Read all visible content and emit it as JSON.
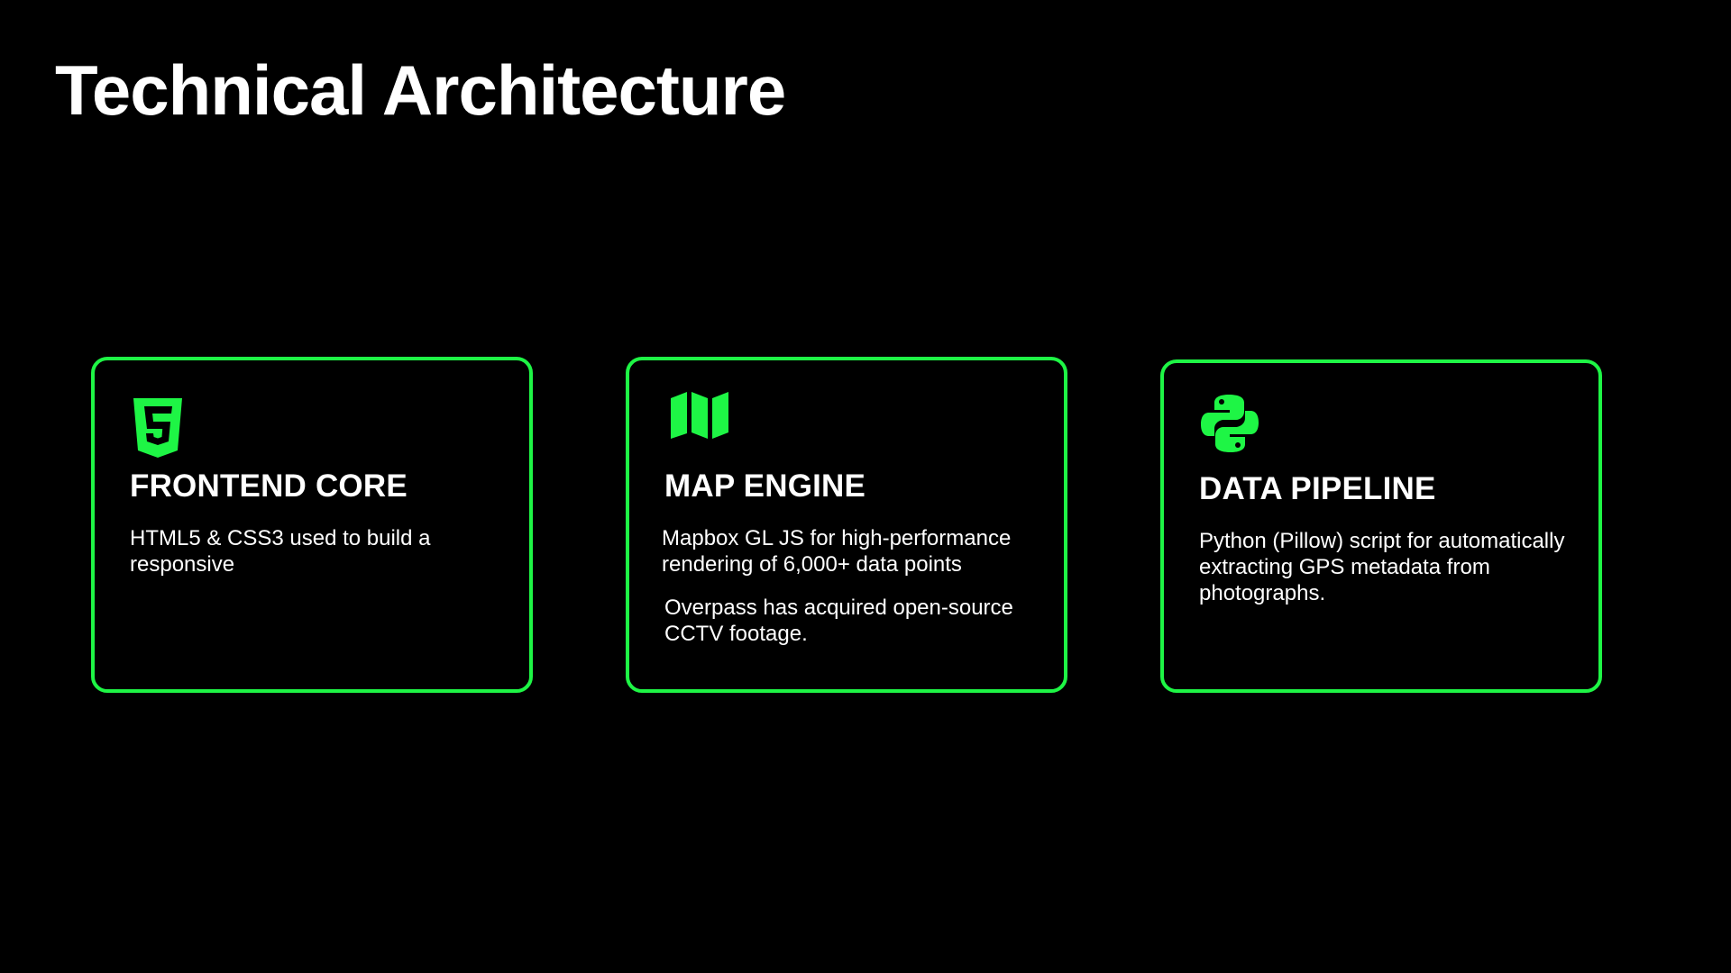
{
  "slide": {
    "title": "Technical Architecture"
  },
  "colors": {
    "background": "#000000",
    "accent": "#1ef545",
    "text": "#ffffff"
  },
  "cards": [
    {
      "icon": "html5-icon",
      "heading": "FRONTEND CORE",
      "texts": [
        "HTML5 & CSS3 used to build a responsive"
      ]
    },
    {
      "icon": "map-icon",
      "heading": "MAP ENGINE",
      "texts": [
        "Mapbox GL JS for high-performance rendering of 6,000+ data points",
        "Overpass has acquired open-source CCTV footage."
      ]
    },
    {
      "icon": "python-icon",
      "heading": "DATA PIPELINE",
      "texts": [
        "Python (Pillow) script for automatically extracting GPS metadata from photographs."
      ]
    }
  ]
}
